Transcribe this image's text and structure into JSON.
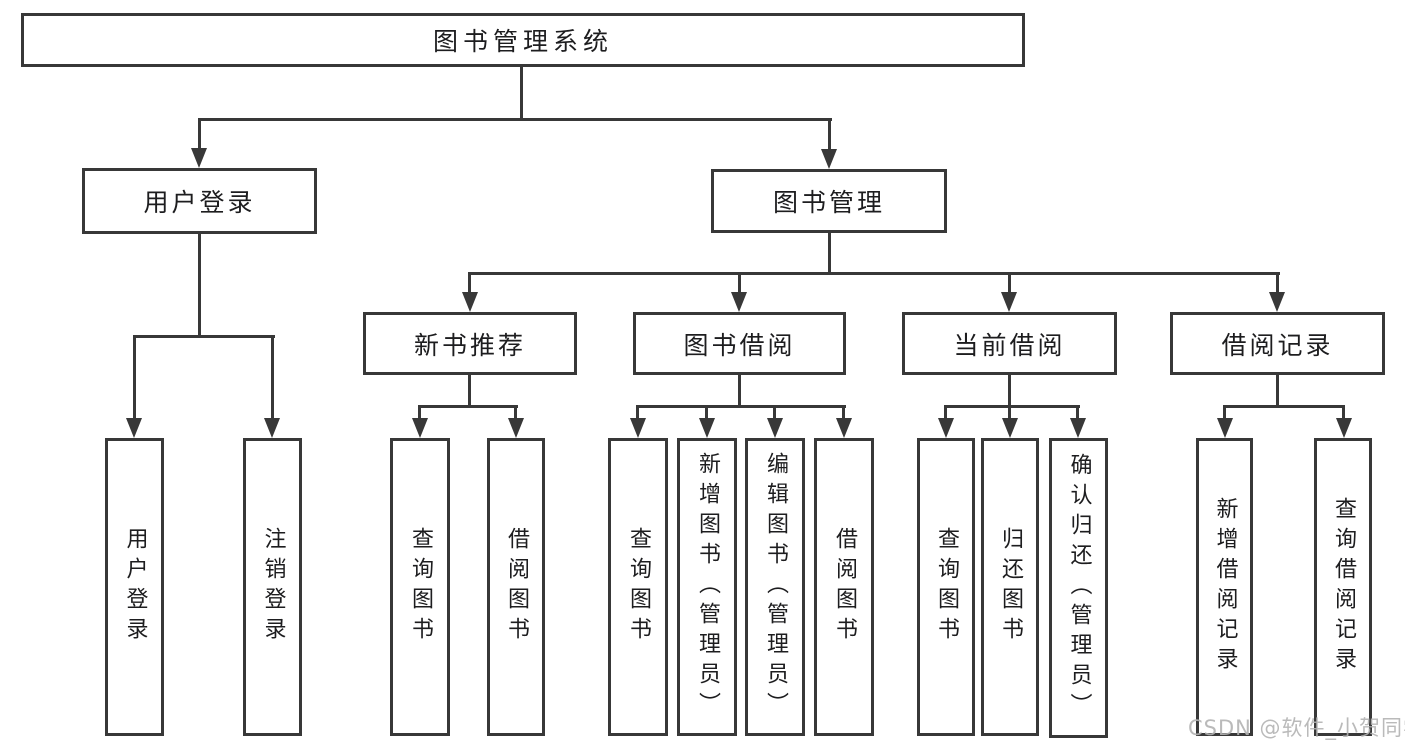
{
  "diagram": {
    "root": "图书管理系统",
    "children": [
      {
        "label": "用户登录",
        "children": [
          {
            "label": "用户登录"
          },
          {
            "label": "注销登录"
          }
        ]
      },
      {
        "label": "图书管理",
        "children": [
          {
            "label": "新书推荐",
            "children": [
              {
                "label": "查询图书"
              },
              {
                "label": "借阅图书"
              }
            ]
          },
          {
            "label": "图书借阅",
            "children": [
              {
                "label": "查询图书"
              },
              {
                "label": "新增图书（管理员）"
              },
              {
                "label": "编辑图书（管理员）"
              },
              {
                "label": "借阅图书"
              }
            ]
          },
          {
            "label": "当前借阅",
            "children": [
              {
                "label": "查询图书"
              },
              {
                "label": "归还图书"
              },
              {
                "label": "确认归还（管理员）"
              }
            ]
          },
          {
            "label": "借阅记录",
            "children": [
              {
                "label": "新增借阅记录"
              },
              {
                "label": "查询借阅记录"
              }
            ]
          }
        ]
      }
    ]
  },
  "watermark": {
    "text": "CSDN @软件_小贺同学"
  },
  "colors": {
    "line": "#383838",
    "text": "#1d1d1f",
    "watermark": "#b3b3b3",
    "background": "#ffffff"
  }
}
